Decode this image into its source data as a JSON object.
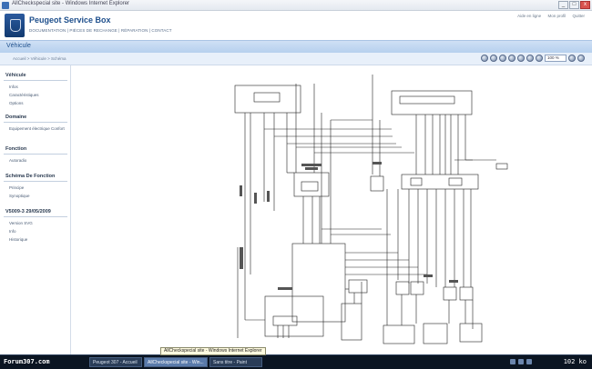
{
  "window": {
    "title": "AllCheckspecial site - Windows Internet Explorer"
  },
  "header": {
    "brand": "Peugeot Service Box",
    "links": "DOCUMENTATION | PIÈCES DE RECHANGE | RÉPARATION | CONTACT",
    "right_links": [
      "Aide en ligne",
      "Mon profil",
      "Quitter"
    ]
  },
  "bluebar": {
    "title": "Véhicule"
  },
  "subbar": {
    "breadcrumb": "Accueil > Véhicule > Schéma"
  },
  "toolbar": {
    "zoom": "100 %"
  },
  "sidebar": {
    "sections": [
      {
        "title": "Véhicule",
        "items": [
          "Infos",
          "Caractéristiques",
          "Options"
        ]
      },
      {
        "title": "Domaine",
        "items": [
          "Equipement électrique Confort"
        ]
      },
      {
        "title": "Fonction",
        "items": [
          "Autoradio"
        ]
      },
      {
        "title": "Schéma De Fonction",
        "items": [
          "Principe",
          "Synoptique"
        ]
      },
      {
        "title": "V5009-3 29/05/2009",
        "items": [
          "Version SVG",
          "Info",
          "Historique"
        ]
      }
    ]
  },
  "taskbar": {
    "forum": "Forum307.com",
    "tasks": [
      {
        "label": "Peugeot 307 - Accueil",
        "active": false
      },
      {
        "label": "AllCheckspecial site - Win...",
        "active": true
      },
      {
        "label": "Sans titre - Paint",
        "active": false
      }
    ],
    "speed": "102 ko"
  },
  "tooltip": "AllCheckspecial site - Windows Internet Explorer",
  "icons": [
    "ie-icon",
    "minimize-icon",
    "maximize-icon",
    "close-icon",
    "up-icon",
    "down-icon",
    "left-icon",
    "right-icon",
    "print-icon",
    "zoom-in-icon",
    "zoom-out-icon",
    "fit-icon",
    "collapse-icon"
  ]
}
